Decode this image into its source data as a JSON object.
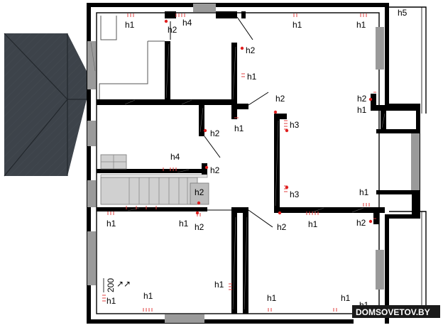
{
  "colors": {
    "wall": "#000000",
    "roof": "#3d434a",
    "window": "#9a9a9a",
    "stairs": "#d0d0d0",
    "socket_mark": "#e04040",
    "point": "#e02020",
    "watermark_bg": "#1a1a1a",
    "watermark_text": "#ffffff"
  },
  "labels": [
    {
      "id": "l01",
      "text": "h1"
    },
    {
      "id": "l02",
      "text": "h2"
    },
    {
      "id": "l03",
      "text": "h4"
    },
    {
      "id": "l04",
      "text": "h1"
    },
    {
      "id": "l05",
      "text": "h1"
    },
    {
      "id": "l06",
      "text": "h5"
    },
    {
      "id": "l07",
      "text": "h2"
    },
    {
      "id": "l08",
      "text": "h1"
    },
    {
      "id": "l09",
      "text": "h2"
    },
    {
      "id": "l10",
      "text": "h2"
    },
    {
      "id": "l11",
      "text": "h1"
    },
    {
      "id": "l12",
      "text": "h1"
    },
    {
      "id": "l13",
      "text": "h2"
    },
    {
      "id": "l14",
      "text": "h3"
    },
    {
      "id": "l15",
      "text": "h4"
    },
    {
      "id": "l16",
      "text": "h2"
    },
    {
      "id": "l17",
      "text": "h2"
    },
    {
      "id": "l18",
      "text": "h3"
    },
    {
      "id": "l19",
      "text": "h1"
    },
    {
      "id": "l20",
      "text": "h1"
    },
    {
      "id": "l21",
      "text": "h1"
    },
    {
      "id": "l22",
      "text": "h2"
    },
    {
      "id": "l23",
      "text": "h2"
    },
    {
      "id": "l24",
      "text": "h1"
    },
    {
      "id": "l25",
      "text": "h2"
    },
    {
      "id": "l26",
      "text": "h1"
    },
    {
      "id": "l27",
      "text": "h1"
    },
    {
      "id": "l28",
      "text": "h1"
    },
    {
      "id": "l29",
      "text": "h1"
    },
    {
      "id": "l30",
      "text": "h1"
    },
    {
      "id": "l31",
      "text": "h1"
    }
  ],
  "dimension_text": "200",
  "watermark": "DOMSOVETOV.BY"
}
